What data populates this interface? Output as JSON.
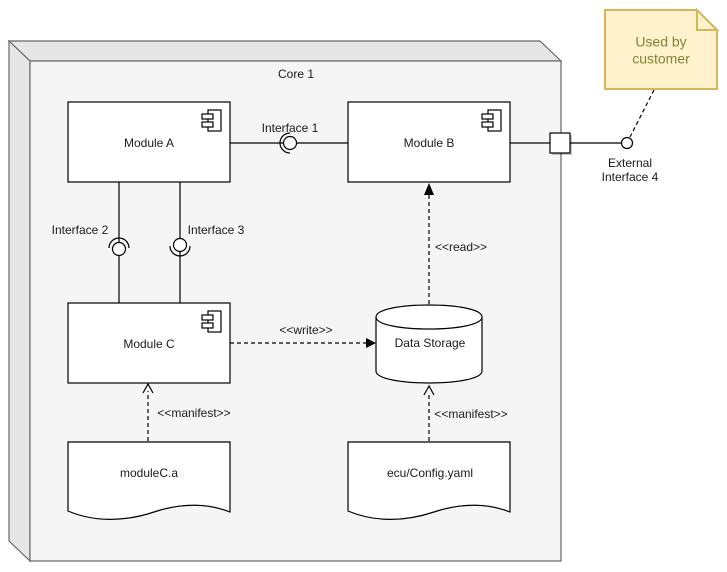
{
  "diagram": {
    "container": {
      "label": "Core 1"
    },
    "nodes": {
      "module_a": {
        "label": "Module A"
      },
      "module_b": {
        "label": "Module B"
      },
      "module_c": {
        "label": "Module C"
      },
      "data_storage": {
        "label": "Data Storage"
      },
      "module_c_artifact": {
        "label": "moduleC.a"
      },
      "ecu_config_artifact": {
        "label": "ecu/Config.yaml"
      },
      "note": {
        "label": "Used by customer"
      }
    },
    "interfaces": {
      "interface_1": {
        "label": "Interface 1"
      },
      "interface_2": {
        "label": "Interface 2"
      },
      "interface_3": {
        "label": "Interface 3"
      },
      "external_interface_4": {
        "label": "External Interface 4"
      }
    },
    "edges": {
      "write": {
        "label": "<<write>>"
      },
      "read": {
        "label": "<<read>>"
      },
      "manifest_module_c": {
        "label": "<<manifest>>"
      },
      "manifest_data_storage": {
        "label": "<<manifest>>"
      }
    },
    "colors": {
      "background": "#FFFFFF",
      "cube_face": "#F5F5F5",
      "cube_side": "#E6E6E6",
      "cube_stroke": "#666666",
      "shape_fill": "#FFFFFF",
      "shape_stroke": "#000000",
      "label_color": "#1A1A1A",
      "note_fill": "#FFF2CC",
      "note_border": "#D6B656",
      "note_text": "#8B7E35"
    }
  }
}
